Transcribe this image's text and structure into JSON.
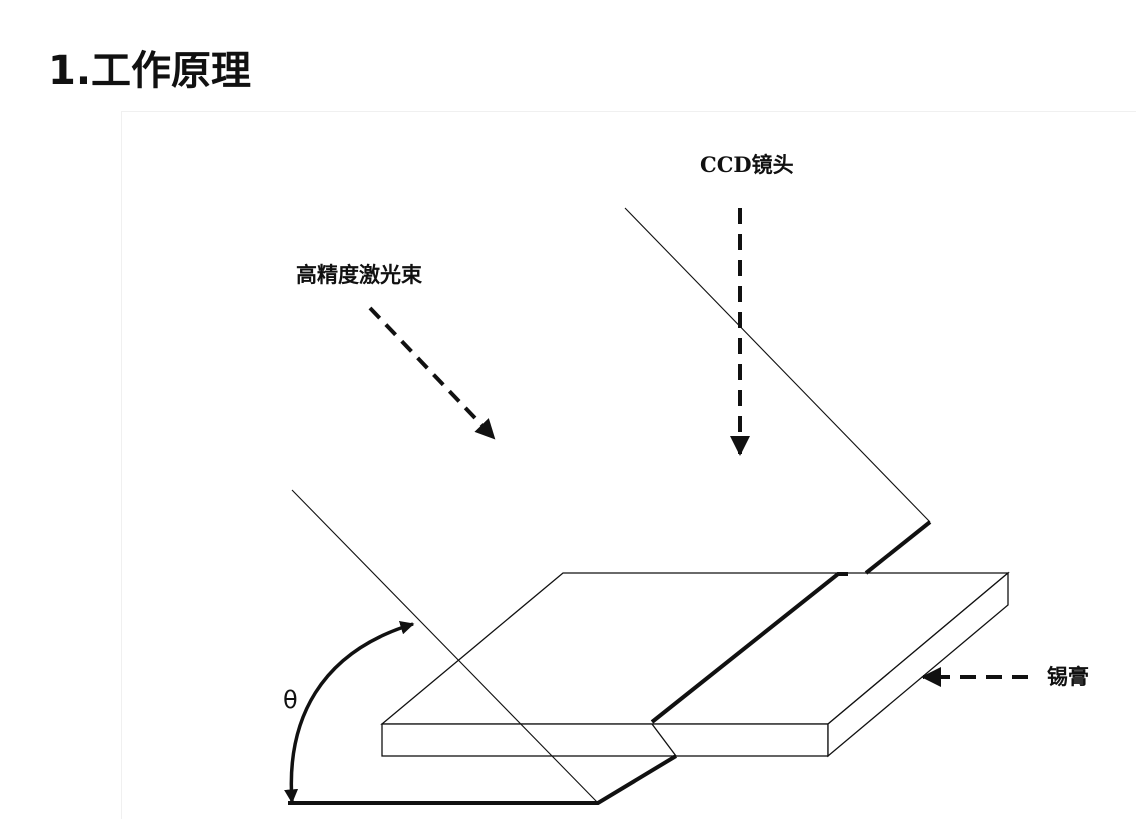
{
  "title": {
    "number": "1.",
    "text": "工作原理"
  },
  "diagram": {
    "labels": {
      "laser": "高精度激光束",
      "ccd": "CCD镜头",
      "solder": "锡膏",
      "angle": "θ"
    },
    "colors": {
      "stroke": "#111111",
      "background": "#ffffff"
    }
  }
}
